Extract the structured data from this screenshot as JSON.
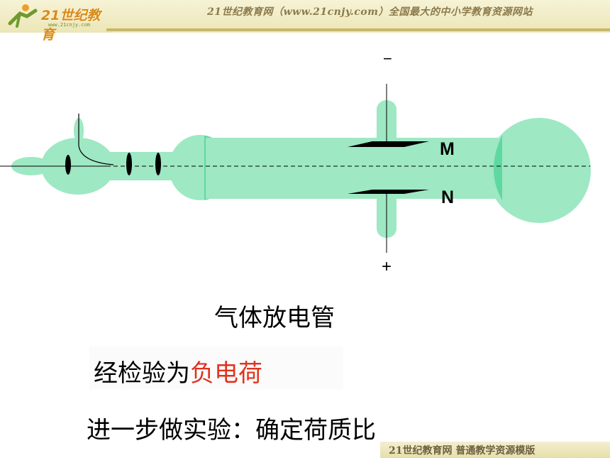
{
  "header": {
    "logo_text": "21世纪教育",
    "logo_url": "www.21cnjy.com",
    "site_title": "21世纪教育网（www.21cnjy.com）全国最大的中小学教育资源网站"
  },
  "diagram": {
    "label_minus": "−",
    "label_plus": "+",
    "label_m": "M",
    "label_n": "N",
    "tube_color": "#9ee8c4",
    "tube_dark_color": "#5ed8a0"
  },
  "caption": "气体放电管",
  "result": {
    "prefix": "经检验为",
    "highlight": "负电荷",
    "highlight_color": "#e0331e"
  },
  "next_step": "进一步做实验：确定荷质比",
  "footer": {
    "text": "21世纪教育网   普通教学资源模版"
  }
}
